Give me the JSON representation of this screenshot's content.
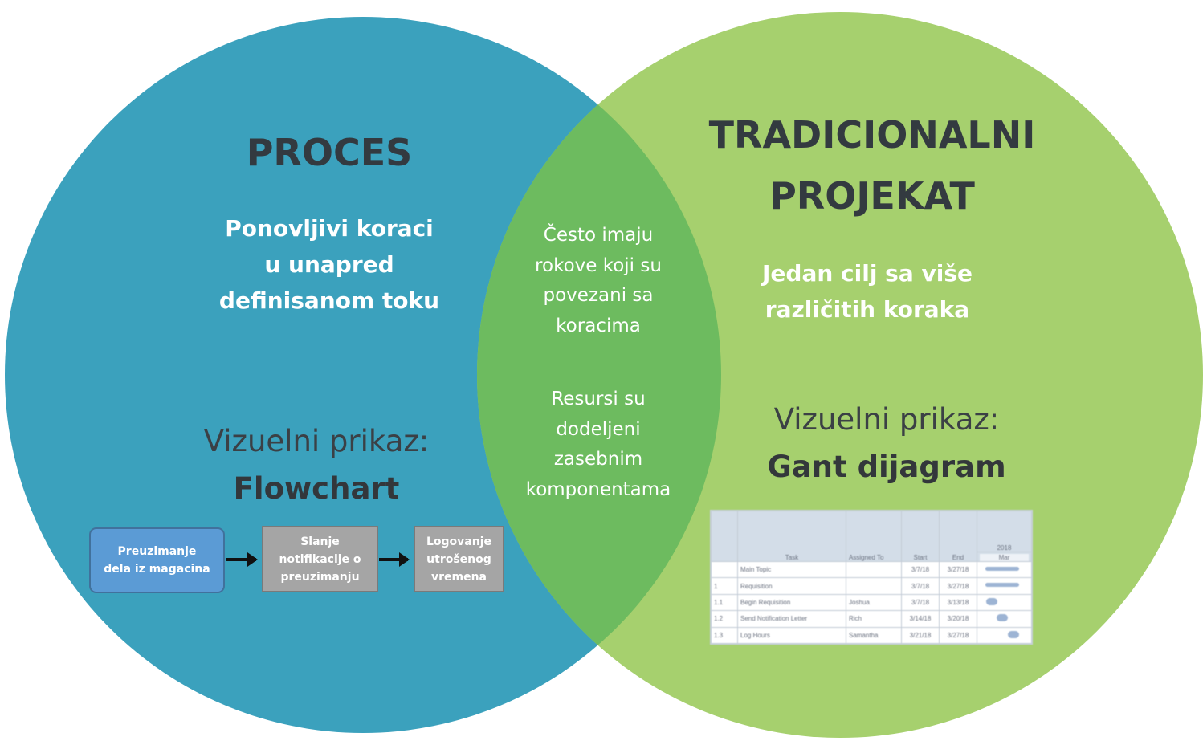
{
  "colors": {
    "process_circle": "#3ba1bd",
    "project_circle": "#a6d06e",
    "overlap": "#6dbb5f"
  },
  "process": {
    "title": "PROCES",
    "description_lines": [
      "Ponovljivi koraci",
      "u unapred",
      "definisanom toku"
    ],
    "visual_label": "Vizuelni prikaz:",
    "visual_type": "Flowchart",
    "flowchart_steps": [
      [
        "Preuzimanje",
        "dela iz magacina"
      ],
      [
        "Slanje",
        "notifikacije o",
        "preuzimanju"
      ],
      [
        "Logovanje",
        "utrošenog",
        "vremena"
      ]
    ]
  },
  "intersection": {
    "text1_lines": [
      "Često imaju",
      "rokove koji su",
      "povezani sa",
      "koracima"
    ],
    "text2_lines": [
      "Resursi su",
      "dodeljeni",
      "zasebnim",
      "komponentama"
    ]
  },
  "project": {
    "title_lines": [
      "TRADICIONALNI",
      "PROJEKAT"
    ],
    "description_lines": [
      "Jedan cilj sa više",
      "različitih koraka"
    ],
    "visual_label": "Vizuelni prikaz:",
    "visual_type": "Gant dijagram",
    "gantt": {
      "columns": [
        "",
        "Task",
        "Assigned To",
        "Start",
        "End"
      ],
      "year": "2018",
      "month": "Mar",
      "rows": [
        {
          "id": "",
          "task": "Main Topic",
          "assigned": "",
          "start": "3/7/18",
          "end": "3/27/18"
        },
        {
          "id": "1",
          "task": "Requisition",
          "assigned": "",
          "start": "3/7/18",
          "end": "3/27/18"
        },
        {
          "id": "1.1",
          "task": "Begin Requisition",
          "assigned": "Joshua",
          "start": "3/7/18",
          "end": "3/13/18"
        },
        {
          "id": "1.2",
          "task": "Send Notification Letter",
          "assigned": "Rich",
          "start": "3/14/18",
          "end": "3/20/18"
        },
        {
          "id": "1.3",
          "task": "Log Hours",
          "assigned": "Samantha",
          "start": "3/21/18",
          "end": "3/27/18"
        }
      ]
    }
  }
}
